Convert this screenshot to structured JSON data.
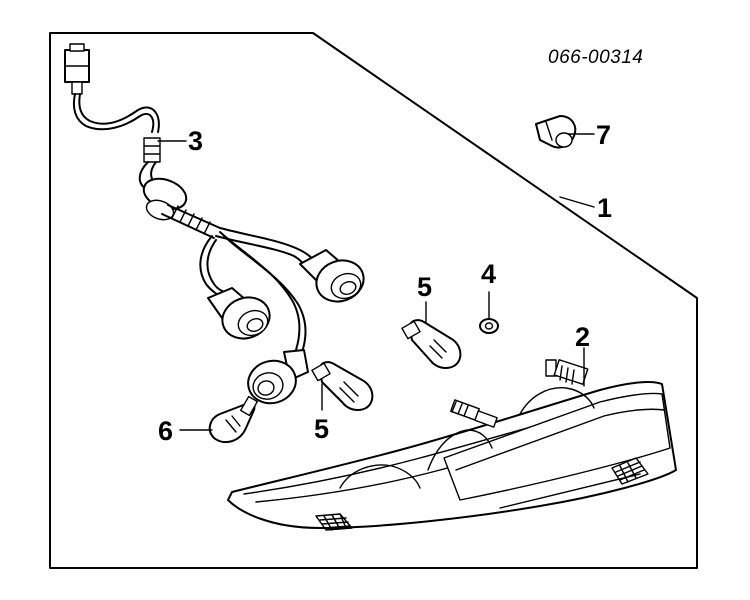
{
  "diagram": {
    "part_code": "066-00314",
    "callouts": [
      {
        "id": "1",
        "label": "1"
      },
      {
        "id": "2",
        "label": "2"
      },
      {
        "id": "3",
        "label": "3"
      },
      {
        "id": "4",
        "label": "4"
      },
      {
        "id": "5a",
        "label": "5"
      },
      {
        "id": "5b",
        "label": "5"
      },
      {
        "id": "6",
        "label": "6"
      },
      {
        "id": "7",
        "label": "7"
      }
    ]
  }
}
